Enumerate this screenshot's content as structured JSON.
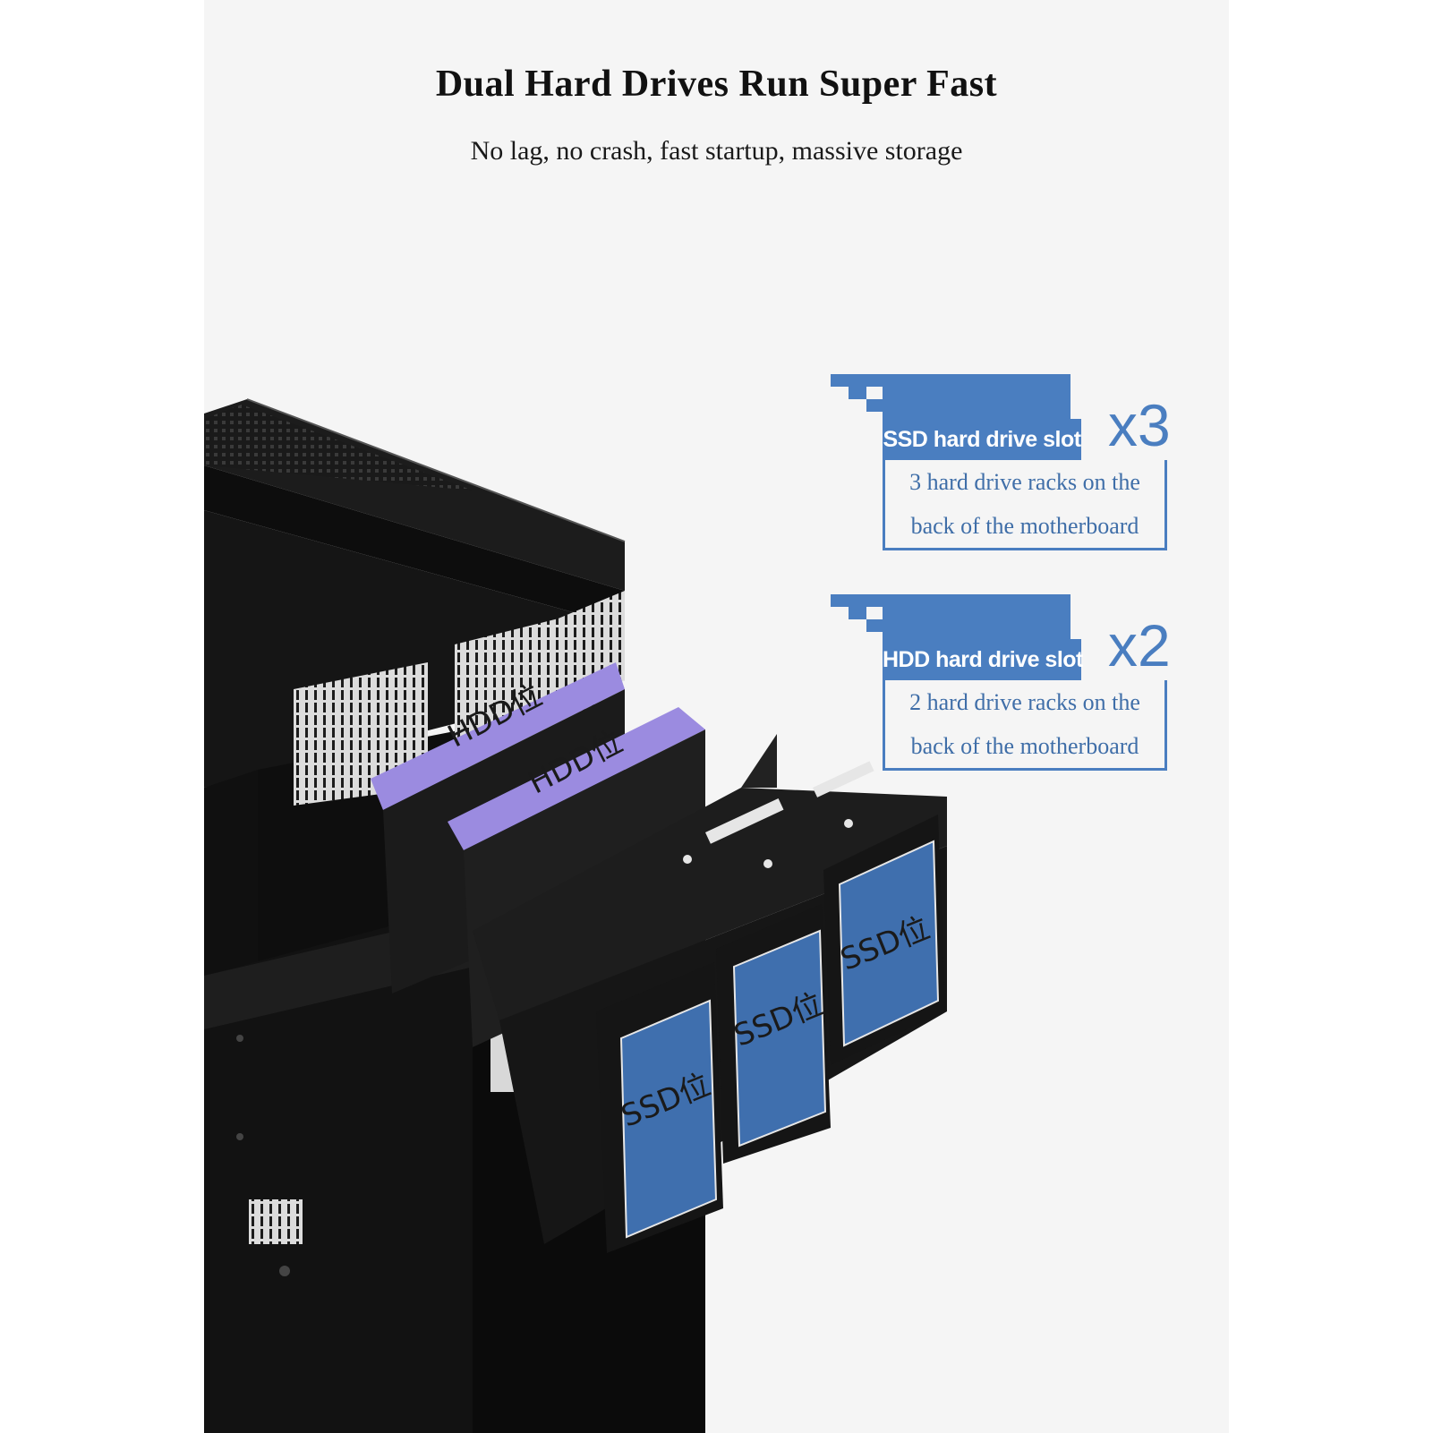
{
  "header": {
    "title": "Dual Hard Drives Run Super Fast",
    "subtitle": "No lag, no crash, fast startup, massive storage"
  },
  "callouts": [
    {
      "label": "SSD hard drive slot",
      "count": "x3",
      "description_line1": "3 hard drive racks on the",
      "description_line2": "back of the motherboard"
    },
    {
      "label": "HDD hard drive slot",
      "count": "x2",
      "description_line1": "2 hard drive racks on the",
      "description_line2": "back of the motherboard"
    }
  ],
  "illustration": {
    "hdd_tray_label": "HDD位",
    "ssd_tray_label": "SSD位"
  },
  "colors": {
    "accent_blue": "#4a7ec0",
    "hdd_purple": "#9b8be0",
    "ssd_blue": "#3f6fae",
    "case_black": "#141414"
  }
}
